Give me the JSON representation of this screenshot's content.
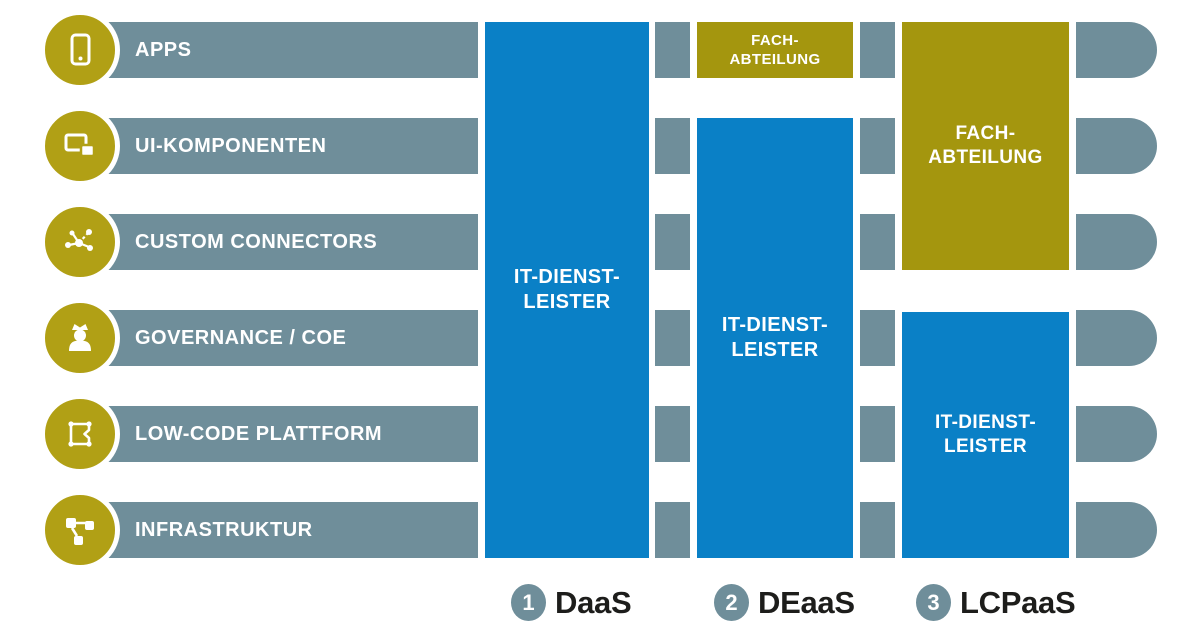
{
  "palette": {
    "bar_gray": "#6F8E9A",
    "circle_gold": "#B1A015",
    "box_gold": "#A4960E",
    "blue": "#0A80C6",
    "legend_text": "#1D1D1B"
  },
  "layers": [
    {
      "label": "APPS",
      "icon": "smartphone-icon"
    },
    {
      "label": "UI-KOMPONENTEN",
      "icon": "ui-components-icon"
    },
    {
      "label": "CUSTOM CONNECTORS",
      "icon": "custom-connectors-icon"
    },
    {
      "label": "GOVERNANCE / COE",
      "icon": "governance-icon"
    },
    {
      "label": "LOW-CODE PLATTFORM",
      "icon": "low-code-platform-icon"
    },
    {
      "label": "INFRASTRUKTUR",
      "icon": "infrastructure-icon"
    }
  ],
  "columns": [
    {
      "id": "daas",
      "blocks": [
        {
          "actor": "it-dienstleister",
          "line1": "IT-DIENST-",
          "line2": "LEISTER",
          "layer_span": [
            1,
            6
          ]
        }
      ]
    },
    {
      "id": "deaas",
      "blocks": [
        {
          "actor": "fachabteilung",
          "line1": "FACH-",
          "line2": "ABTEILUNG",
          "layer_span": [
            1,
            1
          ]
        },
        {
          "actor": "it-dienstleister",
          "line1": "IT-DIENST-",
          "line2": "LEISTER",
          "layer_span": [
            2,
            6
          ]
        }
      ]
    },
    {
      "id": "lcpaas",
      "blocks": [
        {
          "actor": "fachabteilung",
          "line1": "FACH-",
          "line2": "ABTEILUNG",
          "layer_span": [
            1,
            3
          ]
        },
        {
          "actor": "it-dienstleister",
          "line1": "IT-DIENST-",
          "line2": "LEISTER",
          "layer_span": [
            4,
            6
          ]
        }
      ]
    }
  ],
  "legend": [
    {
      "num": "1",
      "label": "DaaS"
    },
    {
      "num": "2",
      "label": "DEaaS"
    },
    {
      "num": "3",
      "label": "LCPaaS"
    }
  ]
}
